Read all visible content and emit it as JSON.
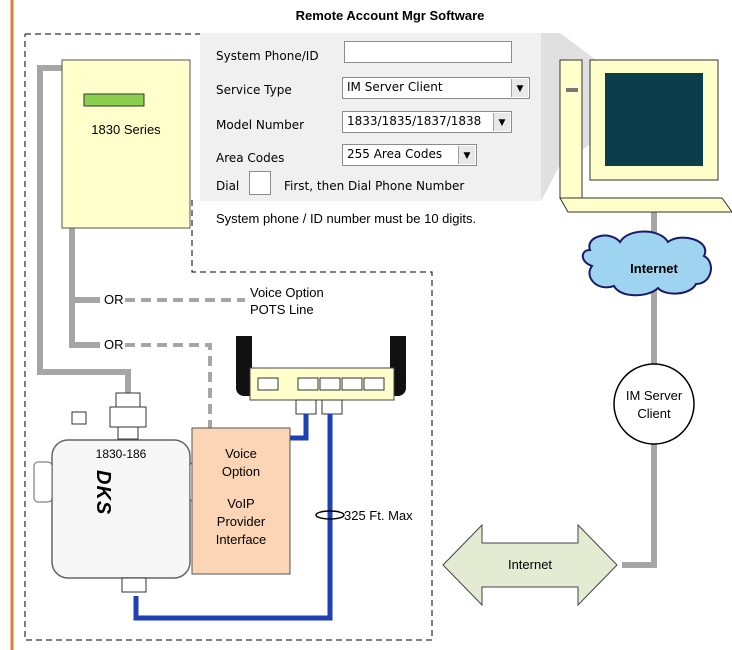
{
  "software": {
    "title": "Remote Account Mgr Software",
    "system_phone_label": "System Phone/ID",
    "system_phone_value": "",
    "service_type_label": "Service Type",
    "service_type_value": "IM Server Client",
    "model_number_label": "Model Number",
    "model_number_value": "1833/1835/1837/1838",
    "area_codes_label": "Area Codes",
    "area_codes_value": "255 Area Codes",
    "dial_label": "Dial",
    "dial_value": "",
    "dial_suffix": "First, then Dial Phone Number",
    "note": "System phone / ID number must be 10 digits."
  },
  "devices": {
    "series_label": "1830 Series",
    "module_label": "1830-186",
    "module_brand": "DKS",
    "voip_box_lines": [
      "Voice",
      "Option",
      "VoIP",
      "Provider",
      "Interface"
    ]
  },
  "labels": {
    "or_1": "OR",
    "or_2": "OR",
    "voice_option_1": "Voice Option",
    "voice_option_2": "POTS Line",
    "cable_length": "325 Ft. Max",
    "internet_cloud": "Internet",
    "im_server_1": "IM Server",
    "im_server_2": "Client",
    "internet_arrow": "Internet"
  },
  "colors": {
    "accent_line": "#d9823b",
    "grey_wire": "#a6a6a6",
    "blue_cable": "#1f3fb5",
    "series_box": "#ffffcc",
    "voip_box": "#fbd5b5",
    "cloud": "#9ed4ef",
    "arrow_fill": "#e3ebd3",
    "display": "#8bcf4f"
  }
}
